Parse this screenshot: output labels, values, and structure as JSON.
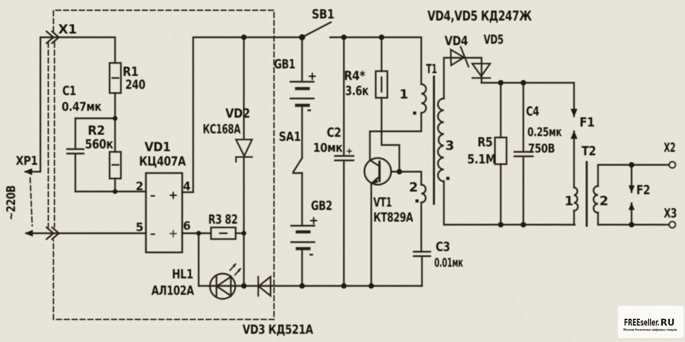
{
  "diagram": "scanned electronic schematic of a battery/mains powered high-voltage converter",
  "colors": {
    "paper": "#ebe9de",
    "ink": "#1c1a15",
    "brand_red": "#e0301f",
    "brand_black": "#111111"
  },
  "connectors": {
    "xp1": {
      "designator": "XP1",
      "mains": "~220В"
    },
    "x1": {
      "designator": "X1"
    },
    "x2": {
      "designator": "X2"
    },
    "x3": {
      "designator": "X3"
    }
  },
  "components": {
    "r1": {
      "designator": "R1",
      "value": "240"
    },
    "r2": {
      "designator": "R2",
      "value": "560к"
    },
    "r3": {
      "designator": "R3 82"
    },
    "r4": {
      "designator": "R4*",
      "value": "3.6к"
    },
    "r5": {
      "designator": "R5",
      "value": "5.1М"
    },
    "c1": {
      "designator": "C1",
      "value": "0.47мк"
    },
    "c2": {
      "designator": "C2",
      "value": "10мк"
    },
    "c3": {
      "designator": "C3",
      "value": "0.01мк"
    },
    "c4": {
      "designator": "C4",
      "value": "0.25мк",
      "rating": "750В"
    },
    "vd1": {
      "designator": "VD1",
      "value": "КЦ407А",
      "pins": {
        "p2": "2",
        "p4": "4",
        "p5": "5",
        "p6": "6"
      },
      "marks": {
        "minus_top": "–",
        "plus_top": "+",
        "minus_bot": "–",
        "plus_bot": "+"
      }
    },
    "vd2": {
      "designator": "VD2",
      "value": "КС168А"
    },
    "vd3": {
      "designator": "VD3 КД521А"
    },
    "vd45_note": "VD4,VD5 КД247Ж",
    "vd4": {
      "designator": "VD4"
    },
    "vd5": {
      "designator": "VD5"
    },
    "hl1": {
      "designator": "HL1",
      "value": "АЛ102А"
    },
    "vt1": {
      "designator": "VT1",
      "value": "КТ829А"
    },
    "sb1": {
      "designator": "SB1"
    },
    "sa1": {
      "designator": "SA1"
    },
    "gb1": {
      "designator": "GB1",
      "plus": "+",
      "minus": "-"
    },
    "gb2": {
      "designator": "GB2",
      "plus": "+",
      "minus": "-"
    },
    "t1": {
      "designator": "T1",
      "windings": {
        "w1": "1",
        "w2": "2",
        "w3": "3"
      }
    },
    "t2": {
      "designator": "T2",
      "windings": {
        "w1": "1",
        "w2": "2"
      }
    },
    "f1": {
      "designator": "F1"
    },
    "f2": {
      "designator": "F2"
    },
    "c2_plus": "+"
  },
  "watermark": {
    "brand_red": "FREEseller.",
    "brand_black": "RU",
    "tagline": "Магазин бесплатных цифровых товаров"
  }
}
